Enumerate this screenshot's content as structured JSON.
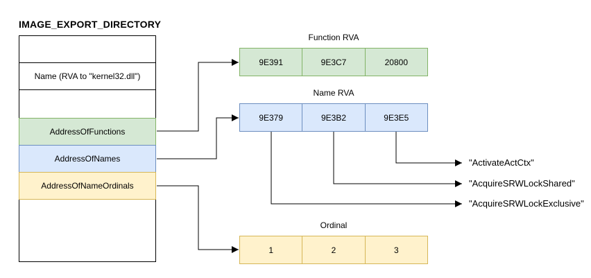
{
  "diagram": {
    "title": "IMAGE_EXPORT_DIRECTORY",
    "export_directory": {
      "rows": [
        {
          "label": "",
          "color": "none"
        },
        {
          "label": "Name (RVA to \"kernel32.dll\")",
          "color": "none"
        },
        {
          "label": "",
          "color": "none"
        },
        {
          "label": "AddressOfFunctions",
          "color": "green"
        },
        {
          "label": "AddressOfNames",
          "color": "blue"
        },
        {
          "label": "AddressOfNameOrdinals",
          "color": "yellow"
        },
        {
          "label": "",
          "color": "none"
        }
      ]
    },
    "tables": {
      "function_rva": {
        "title": "Function RVA",
        "cells": [
          "9E391",
          "9E3C7",
          "20800"
        ]
      },
      "name_rva": {
        "title": "Name RVA",
        "cells": [
          "9E379",
          "9E3B2",
          "9E3E5"
        ]
      },
      "ordinal": {
        "title": "Ordinal",
        "cells": [
          "1",
          "2",
          "3"
        ]
      }
    },
    "name_strings": [
      "\"ActivateActCtx\"",
      "\"AcquireSRWLockShared\"",
      "\"AcquireSRWLockExclusive\""
    ],
    "colors": {
      "green_fill": "#d5e8d4",
      "green_border": "#82b366",
      "blue_fill": "#dae8fc",
      "blue_border": "#6c8ebf",
      "yellow_fill": "#fff2cc",
      "yellow_border": "#d6b656",
      "line": "#000000"
    }
  }
}
